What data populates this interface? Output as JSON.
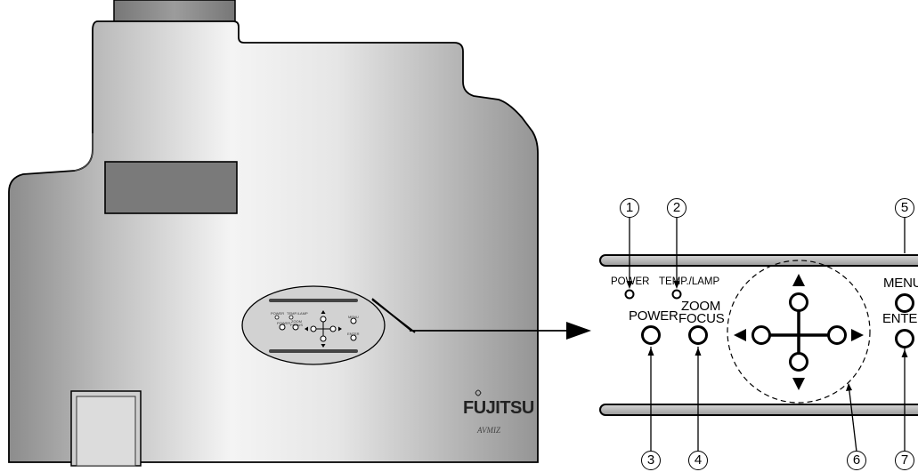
{
  "brand": {
    "name": "FUJITSU",
    "model_mark": "AVMIZ"
  },
  "small_panel": {
    "labels": {
      "power_led": "POWER",
      "temp_lamp_led": "TEMP./LAMP",
      "power_button": "POWER",
      "zoom_focus_button": "ZOOM FOCUS",
      "menu_button": "MENU",
      "enter_button": "ENTER"
    }
  },
  "control_panel": {
    "labels": {
      "power_led": "POWER",
      "temp_lamp_led": "TEMP./LAMP",
      "power_button": "POWER",
      "zoom_button": "ZOOM",
      "focus_button": "FOCUS",
      "menu_button": "MENU",
      "enter_button": "ENTER"
    },
    "callouts": {
      "c1": "1",
      "c2": "2",
      "c3": "3",
      "c4": "4",
      "c5": "5",
      "c6": "6",
      "c7": "7"
    }
  },
  "colors": {
    "body_light": "#f2f2f2",
    "body_dark": "#9a9a9a",
    "outline": "#000000",
    "lens_gray": "#8a8a8a"
  }
}
